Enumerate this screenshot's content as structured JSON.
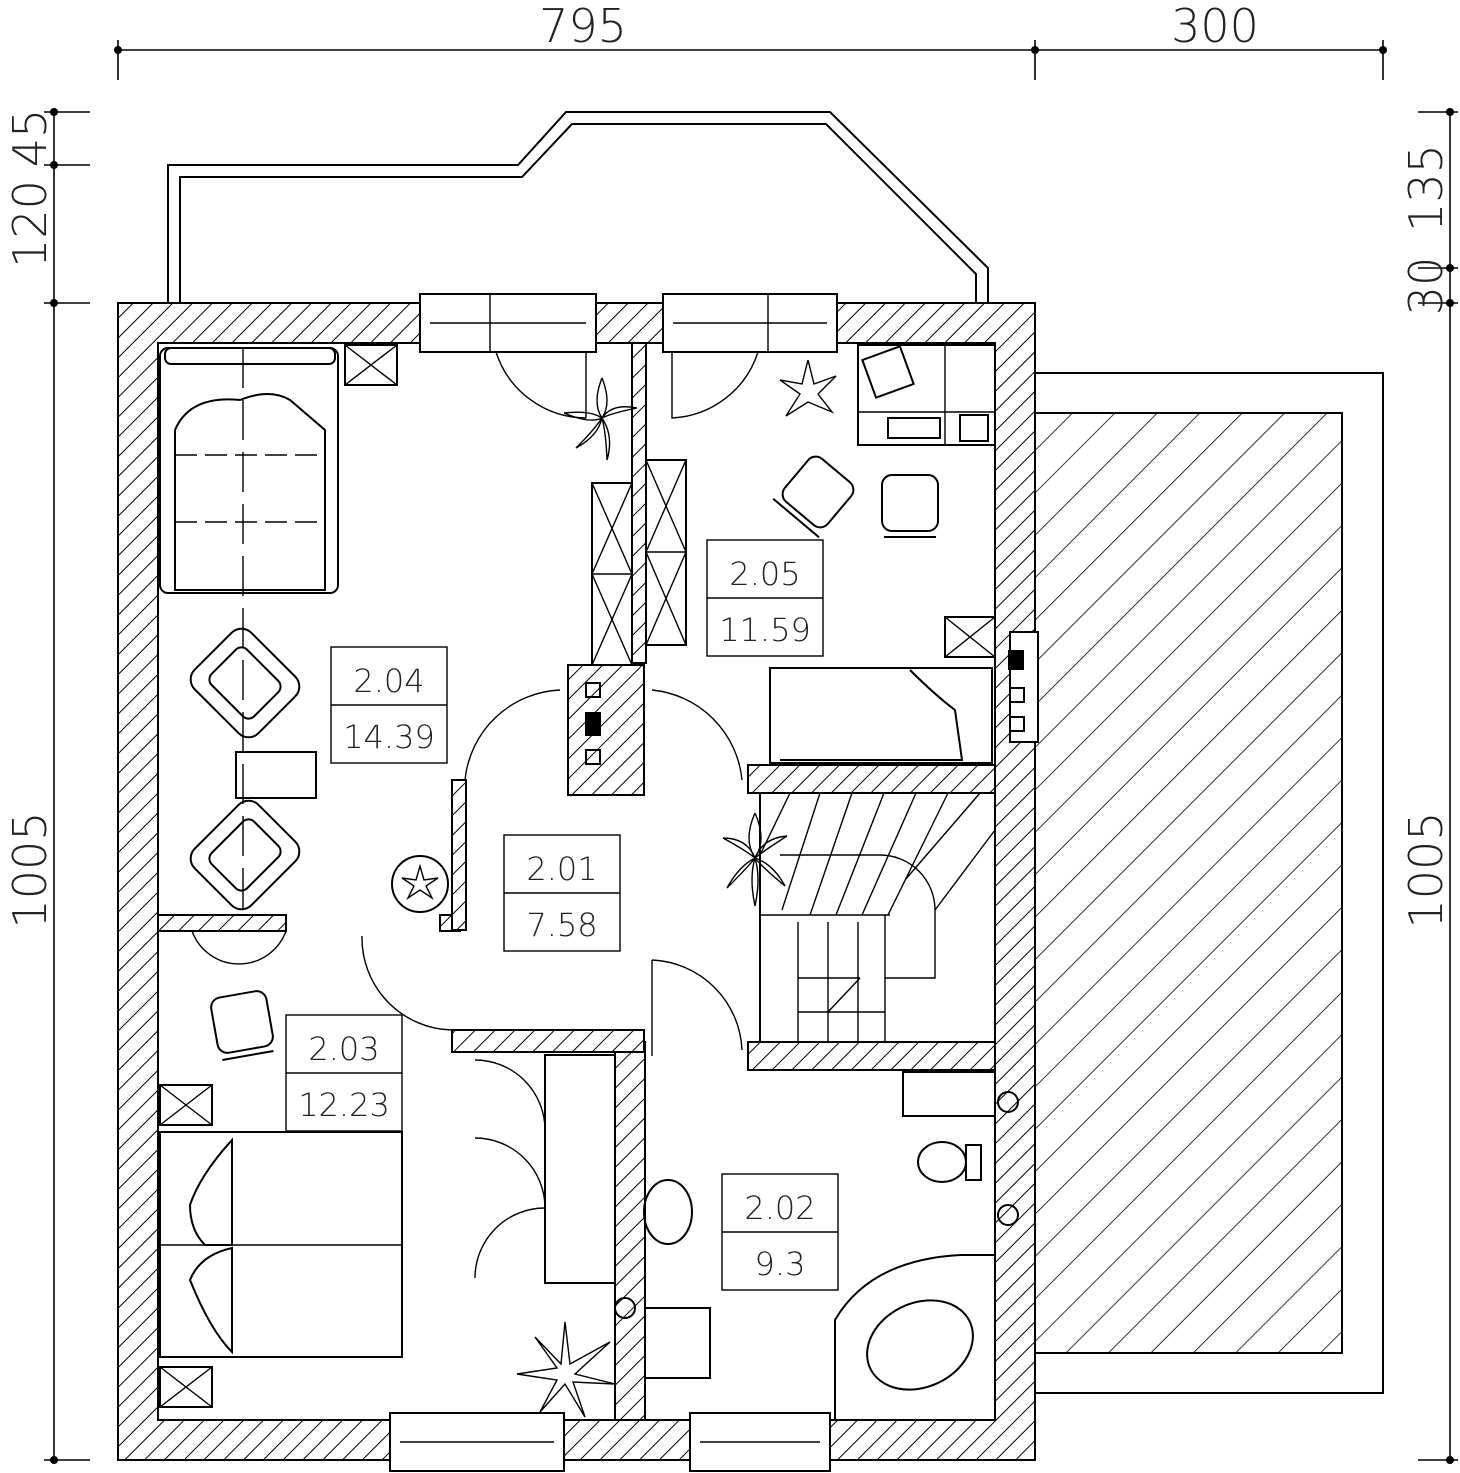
{
  "dimensions": {
    "top_left": "795",
    "top_right": "300",
    "left_top_a": "45",
    "left_top_b": "120",
    "left_main": "1005",
    "right_top_a": "135",
    "right_top_b": "30",
    "right_main": "1005"
  },
  "rooms": [
    {
      "id": "2.04",
      "area": "14.39"
    },
    {
      "id": "2.05",
      "area": "11.59"
    },
    {
      "id": "2.01",
      "area": "7.58"
    },
    {
      "id": "2.03",
      "area": "12.23"
    },
    {
      "id": "2.02",
      "area": "9.3"
    }
  ],
  "colors": {
    "line": "#000000",
    "background": "#ffffff"
  }
}
